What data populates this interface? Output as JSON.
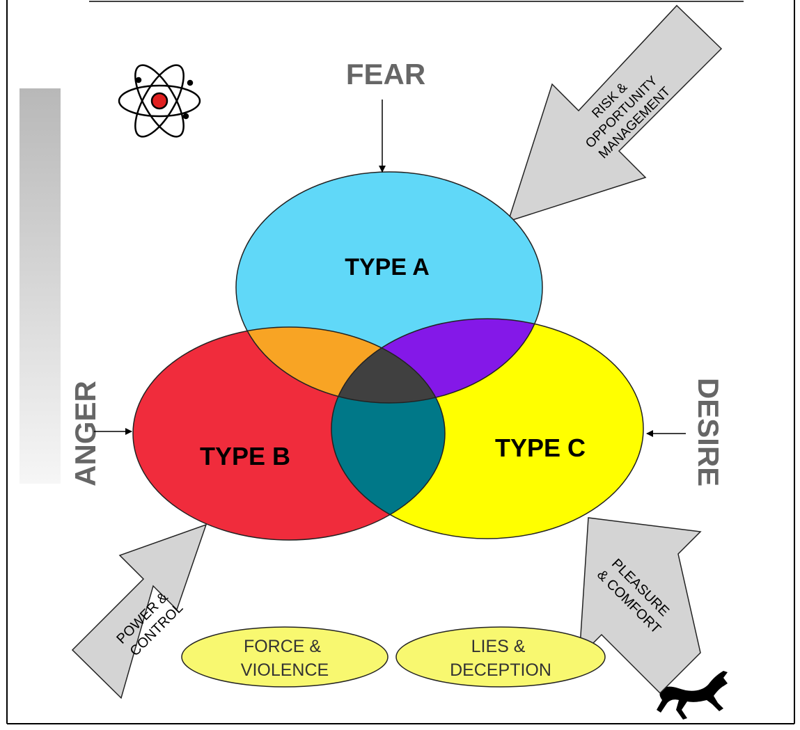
{
  "emotions": {
    "top": "FEAR",
    "left": "ANGER",
    "right": "DESIRE"
  },
  "circles": {
    "a": "TYPE A",
    "b": "TYPE B",
    "c": "TYPE C"
  },
  "arrows": {
    "risk": [
      "RISK &",
      "OPPORTUNITY",
      "MANAGEMENT"
    ],
    "power": [
      "POWER &",
      "CONTROL"
    ],
    "pleasure": [
      "PLEASURE",
      "& COMFORT"
    ]
  },
  "ovals": {
    "force": [
      "FORCE &",
      "VIOLENCE"
    ],
    "lies": [
      "LIES &",
      "DECEPTION"
    ]
  },
  "icons": [
    "atom-icon",
    "horse-icon"
  ],
  "colors": {
    "type_a": "#60d8f8",
    "type_b": "#f02c3c",
    "type_c": "#ffff00",
    "ab_overlap": "#f8a424",
    "ac_overlap": "#8418e8",
    "bc_overlap": "#007888",
    "center": "#404040",
    "arrow_fill": "#d4d4d4",
    "emotion_text": "#666666",
    "oval_fill": "#f8f870"
  }
}
